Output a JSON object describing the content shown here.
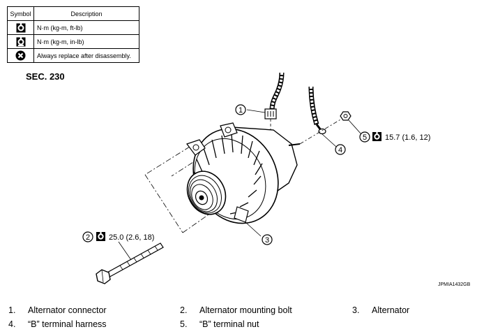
{
  "legend": {
    "header_symbol": "Symbol",
    "header_description": "Description",
    "rows": [
      {
        "icon": "torque-wrench-icon",
        "text": "N·m (kg-m, ft-lb)"
      },
      {
        "icon": "torque-wrench-small-icon",
        "text": "N·m (kg-m, in-lb)"
      },
      {
        "icon": "replace-x-icon",
        "text": "Always replace after disassembly."
      }
    ]
  },
  "section": "SEC. 230",
  "callouts": {
    "c1": "1",
    "c2": "2",
    "c3": "3",
    "c4": "4",
    "c5": "5",
    "torque_2": "25.0 (2.6, 18)",
    "torque_5": "15.7 (1.6, 12)"
  },
  "figure_code": "JPMIA1432GB",
  "parts": [
    {
      "num": "1.",
      "name": "Alternator connector"
    },
    {
      "num": "2.",
      "name": "Alternator mounting bolt"
    },
    {
      "num": "3.",
      "name": "Alternator"
    },
    {
      "num": "4.",
      "name": "“B” terminal harness"
    },
    {
      "num": "5.",
      "name": "“B” terminal nut"
    }
  ]
}
